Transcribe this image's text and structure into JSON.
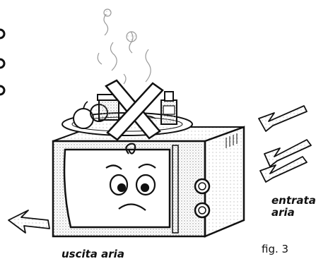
{
  "labels": {
    "air_intake": [
      "entrata",
      "aria"
    ],
    "air_exhaust": "uscita aria",
    "figure": "fig. 3"
  },
  "colors": {
    "ink": "#111111",
    "stipple": "#c8c8c8",
    "cross": "#ffffff"
  },
  "icons": {
    "main_figure": "microwave-oven-with-sad-face-icon",
    "cross": "prohibition-cross-icon",
    "food": "plate-of-food-icon"
  }
}
